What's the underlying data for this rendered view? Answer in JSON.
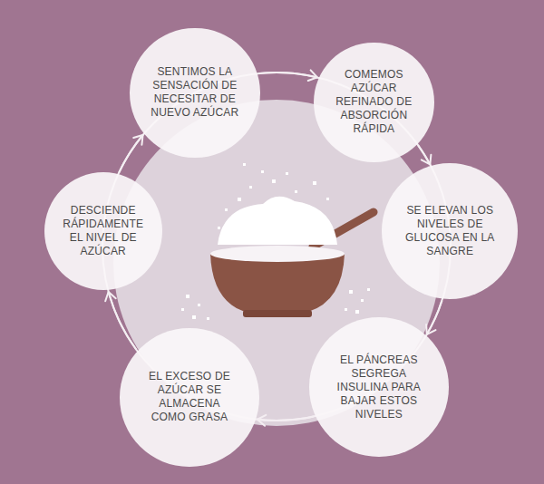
{
  "diagram": {
    "nodes": [
      {
        "text": [
          "COMEMOS AZÚCAR REFINADO DE ABSORCIÓN RÁPIDA"
        ]
      },
      {
        "text": [
          "SE ELEVAN LOS NIVELES DE GLUCOSA EN LA SANGRE"
        ]
      },
      {
        "text": [
          "EL PÁNCREAS SEGREGA INSULINA PARA BAJAR ESTOS NIVELES"
        ]
      },
      {
        "text": [
          "EL EXCESO DE AZÚCAR SE ALMACENA COMO GRASA"
        ]
      },
      {
        "text": [
          "DESCIENDE RÁPIDAMENTE EL NIVEL DE AZÚCAR"
        ]
      },
      {
        "text": [
          "SENTIMOS LA SENSACIÓN DE NECESITAR DE NUEVO AZÚCAR"
        ]
      }
    ],
    "edges": [
      {
        "from": 0,
        "to": 1,
        "arrow": "to"
      },
      {
        "from": 1,
        "to": 2,
        "arrow": "to"
      },
      {
        "from": 2,
        "to": 3,
        "arrow": "to"
      },
      {
        "from": 3,
        "to": 4,
        "arrow": "to"
      },
      {
        "from": 4,
        "to": 5,
        "arrow": "to"
      },
      {
        "from": 5,
        "to": 0,
        "arrow": "to"
      }
    ]
  }
}
